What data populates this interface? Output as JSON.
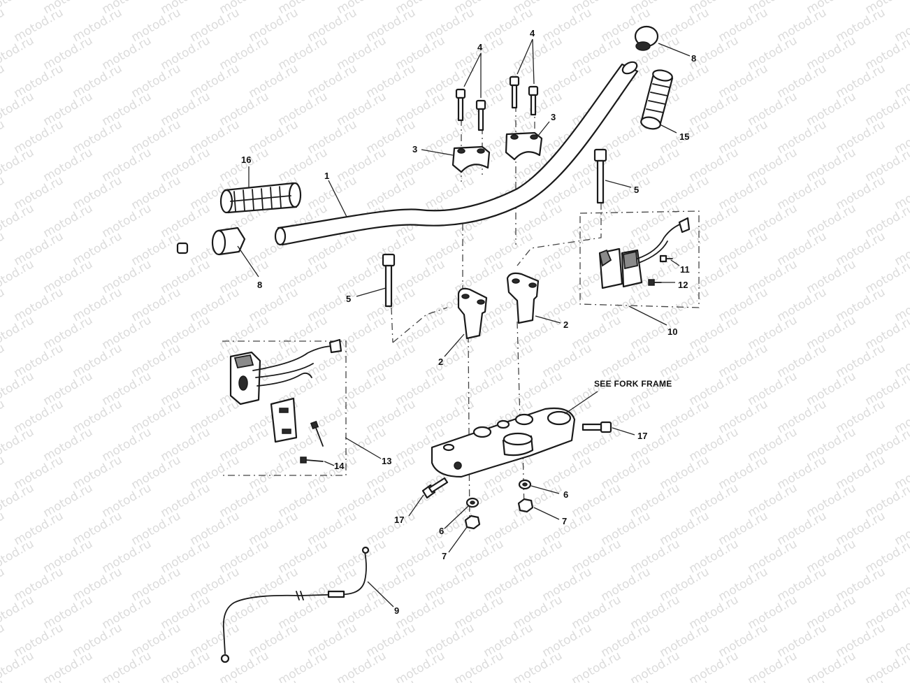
{
  "watermark": "motod.ru",
  "note": "SEE FORK FRAME",
  "callouts": [
    "1",
    "2",
    "3",
    "4",
    "5",
    "6",
    "7",
    "8",
    "9",
    "10",
    "11",
    "12",
    "13",
    "14",
    "15",
    "16",
    "17"
  ],
  "colors": {
    "line": "#1a1a1a",
    "watermark": "#9a9a9a",
    "background": "#ffffff"
  }
}
